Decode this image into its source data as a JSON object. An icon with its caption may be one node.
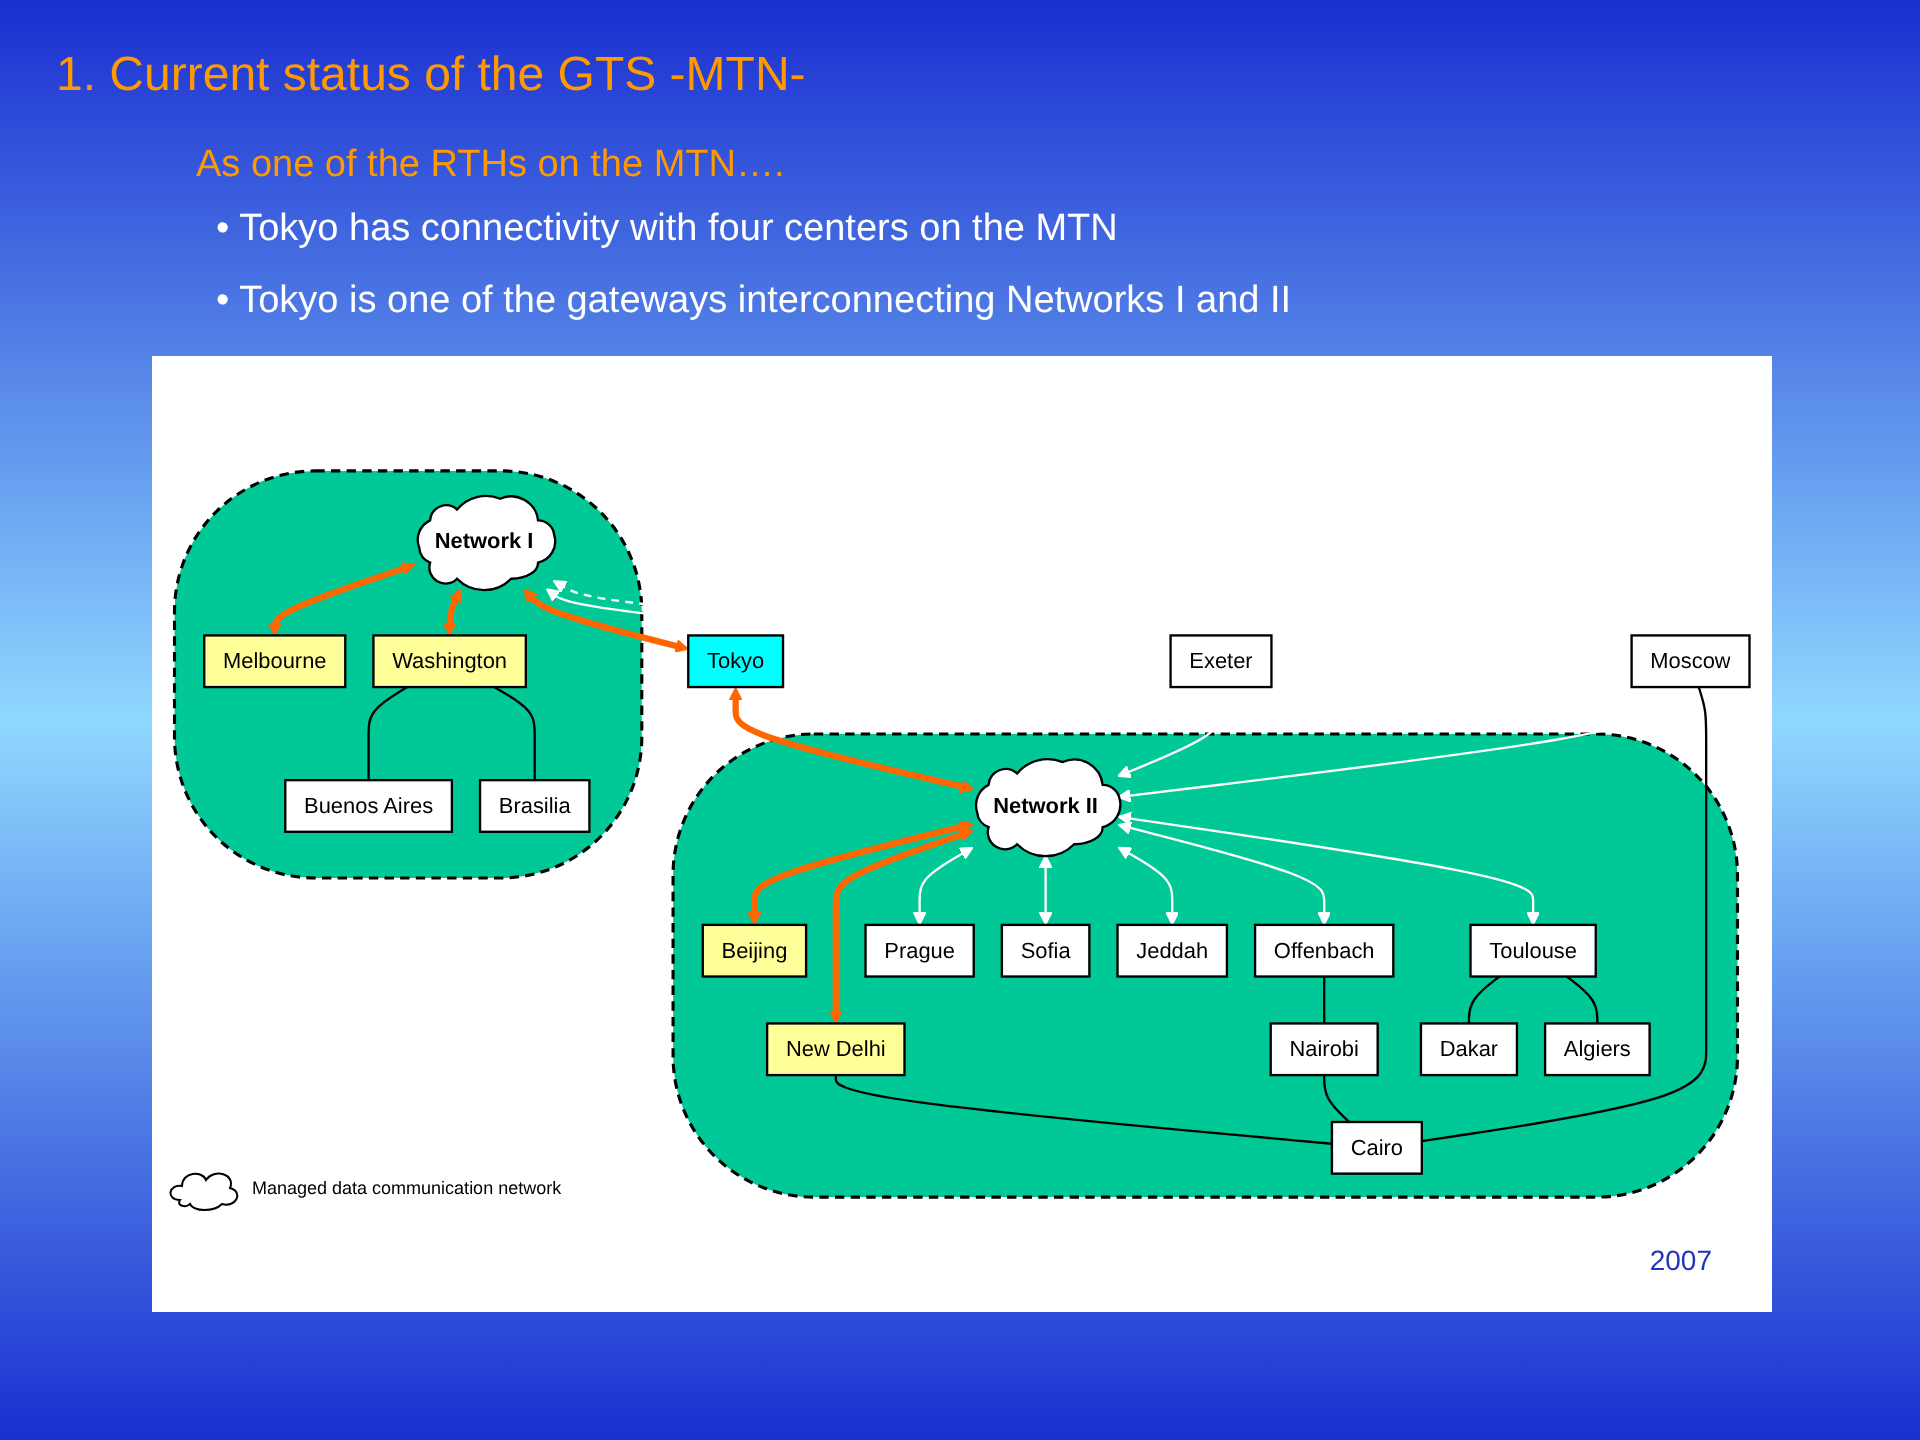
{
  "diagram": {
    "title": "1.  Current status of the GTS  -MTN-",
    "nodes": [
      {
        "text": [],
        "shape": "ellipse"
      },
      {
        "text": [
          "Network I"
        ],
        "in": 0
      },
      {
        "text": [
          "Melbourne"
        ],
        "in": 0
      },
      {
        "text": [
          "Washington"
        ],
        "in": 0
      },
      {
        "text": [
          "Buenos Aires"
        ],
        "in": 0
      },
      {
        "text": [
          "Brasilia"
        ],
        "in": 0
      },
      {
        "text": [
          "Tokyo"
        ]
      },
      {
        "text": [
          "Moscow"
        ]
      },
      {
        "text": [
          "Exeter"
        ]
      },
      {
        "text": [],
        "shape": "ellipse"
      },
      {
        "text": [
          "Network II"
        ],
        "in": 9
      },
      {
        "text": [
          "Prague"
        ],
        "in": 9
      },
      {
        "text": [
          "Sofia"
        ],
        "in": 9
      },
      {
        "text": [
          "Beijing"
        ],
        "in": 9
      },
      {
        "text": [
          "New Delhi"
        ],
        "in": 9
      },
      {
        "text": [
          "Jeddah"
        ],
        "in": 9
      },
      {
        "text": [
          "Offenbach"
        ],
        "in": 9
      },
      {
        "text": [
          "Nairobi"
        ],
        "in": 9
      },
      {
        "text": [
          "Toulouse"
        ],
        "in": 9
      },
      {
        "text": [
          "Cairo"
        ],
        "in": 9
      },
      {
        "text": [
          "Dakar"
        ],
        "in": 9
      },
      {
        "text": [
          "Algiers"
        ],
        "in": 9
      }
    ],
    "edges": [
      {
        "from": 1,
        "to": 2,
        "arrow": "both",
        "style": "thick",
        "color": "#ff6600"
      },
      {
        "from": 1,
        "to": 3,
        "arrow": "both",
        "style": "thick",
        "color": "#ff6600"
      },
      {
        "from": 1,
        "to": 6,
        "arrow": "both",
        "style": "thick",
        "color": "#ff6600"
      },
      {
        "from": 1,
        "to": 8,
        "arrow": "both",
        "color": "#ffffff"
      },
      {
        "from": 1,
        "to": 7,
        "arrow": "both",
        "style": "dashed",
        "color": "#ffffff"
      },
      {
        "from": 3,
        "to": 4,
        "arrow": "none",
        "color": "#000000"
      },
      {
        "from": 3,
        "to": 5,
        "arrow": "none",
        "color": "#000000"
      },
      {
        "from": 6,
        "to": 10,
        "arrow": "both",
        "style": "thick",
        "color": "#ff6600"
      },
      {
        "from": 10,
        "to": 13,
        "arrow": "both",
        "style": "thick",
        "color": "#ff6600"
      },
      {
        "from": 10,
        "to": 14,
        "arrow": "both",
        "style": "thick",
        "color": "#ff6600"
      },
      {
        "from": 7,
        "to": 10,
        "arrow": "both",
        "color": "#ffffff"
      },
      {
        "from": 8,
        "to": 10,
        "arrow": "both",
        "color": "#ffffff"
      },
      {
        "from": 10,
        "to": 11,
        "arrow": "both",
        "color": "#ffffff"
      },
      {
        "from": 10,
        "to": 12,
        "arrow": "both",
        "color": "#ffffff"
      },
      {
        "from": 10,
        "to": 15,
        "arrow": "both",
        "color": "#ffffff"
      },
      {
        "from": 10,
        "to": 16,
        "arrow": "both",
        "color": "#ffffff"
      },
      {
        "from": 10,
        "to": 18,
        "arrow": "both",
        "color": "#ffffff"
      },
      {
        "from": 18,
        "to": 20,
        "arrow": "none",
        "color": "#000000"
      },
      {
        "from": 18,
        "to": 21,
        "arrow": "none",
        "color": "#000000"
      },
      {
        "from": 16,
        "to": 17,
        "arrow": "none",
        "color": "#000000"
      },
      {
        "from": 17,
        "to": 19,
        "arrow": "none",
        "color": "#000000"
      },
      {
        "from": 7,
        "to": 19,
        "arrow": "none",
        "color": "#000000"
      },
      {
        "from": 14,
        "to": 19,
        "arrow": "none",
        "color": "#000000"
      }
    ],
    "labels": [
      "As one of the RTHs on the MTN….",
      "• Tokyo has connectivity with four centers on the MTN",
      "• Tokyo is one of the gateways interconnecting Networks I and II",
      "2007"
    ],
    "legend": [
      {
        "text": "Managed data communication network"
      }
    ]
  }
}
